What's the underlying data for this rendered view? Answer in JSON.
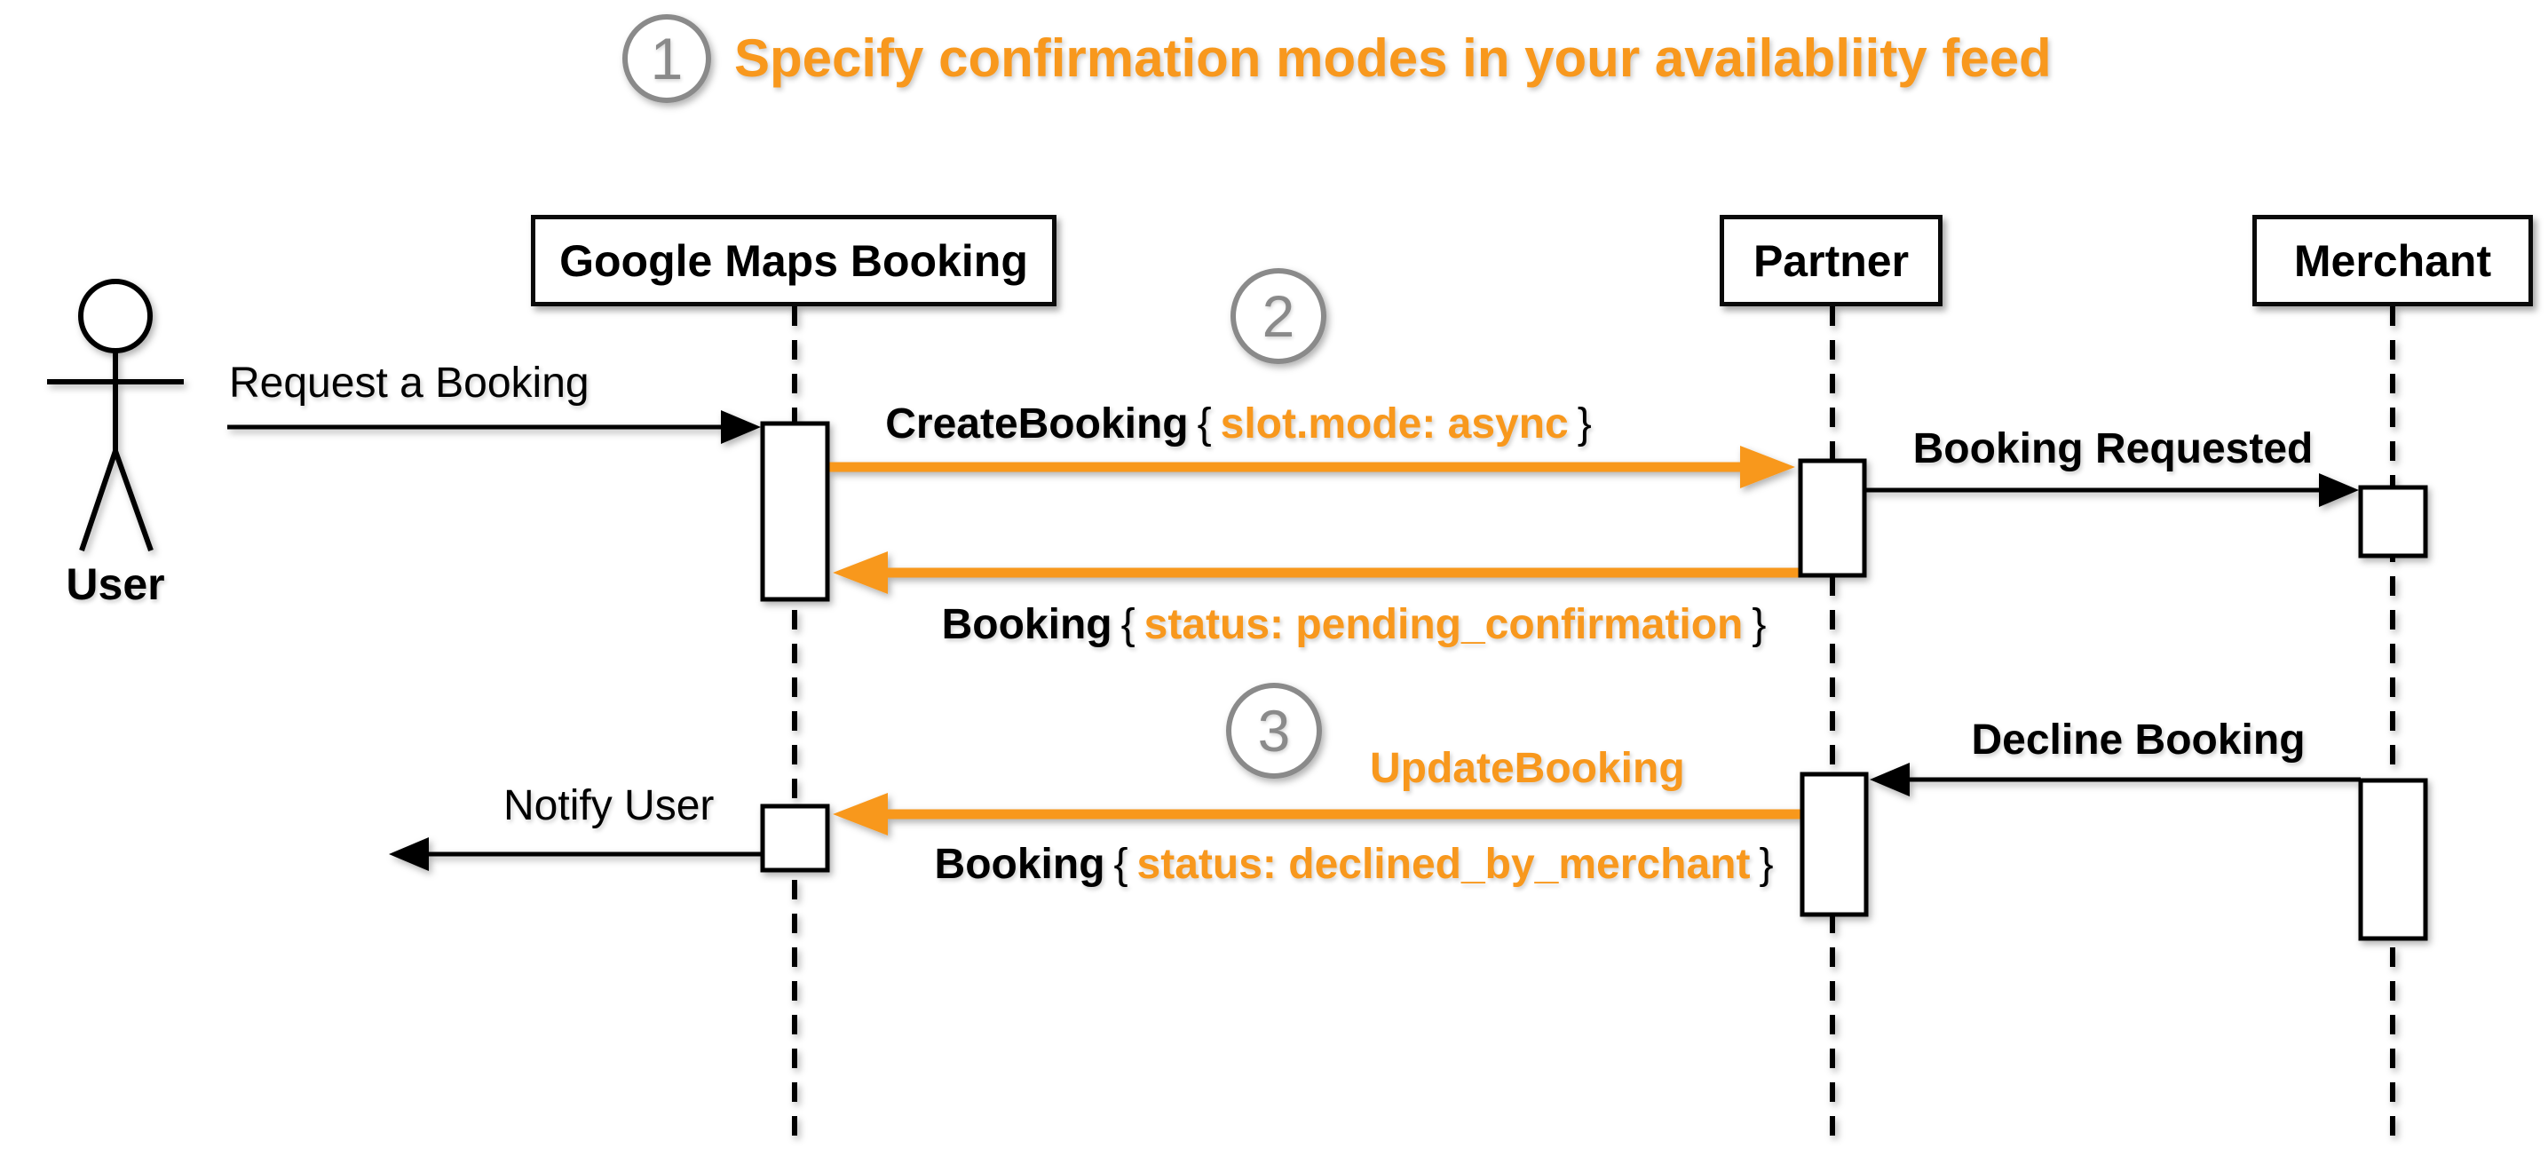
{
  "colors": {
    "accent_orange": "#F8981D",
    "step_circle_gray": "#8A8A8A",
    "line_black": "#000000",
    "background": "#FFFFFF"
  },
  "title": {
    "step_number": "1",
    "text": "Specify confirmation modes in your availabliity feed"
  },
  "steps": {
    "step2_number": "2",
    "step3_number": "3"
  },
  "actors": {
    "user": {
      "label": "User"
    },
    "google": {
      "label": "Google Maps Booking"
    },
    "partner": {
      "label": "Partner"
    },
    "merchant": {
      "label": "Merchant"
    }
  },
  "messages": {
    "request_booking": {
      "label": "Request a Booking"
    },
    "create_booking": {
      "name": "CreateBooking",
      "brace_open": "{",
      "params": "slot.mode: async",
      "brace_close": "}"
    },
    "booking_requested": {
      "label": "Booking Requested"
    },
    "booking_pending": {
      "name": "Booking",
      "brace_open": "{",
      "params": "status: pending_confirmation",
      "brace_close": "}"
    },
    "update_booking": {
      "label": "UpdateBooking"
    },
    "decline_booking": {
      "label": "Decline Booking"
    },
    "booking_declined": {
      "name": "Booking",
      "brace_open": "{",
      "params": "status: declined_by_merchant",
      "brace_close": "}"
    },
    "notify_user": {
      "label": "Notify User"
    }
  }
}
